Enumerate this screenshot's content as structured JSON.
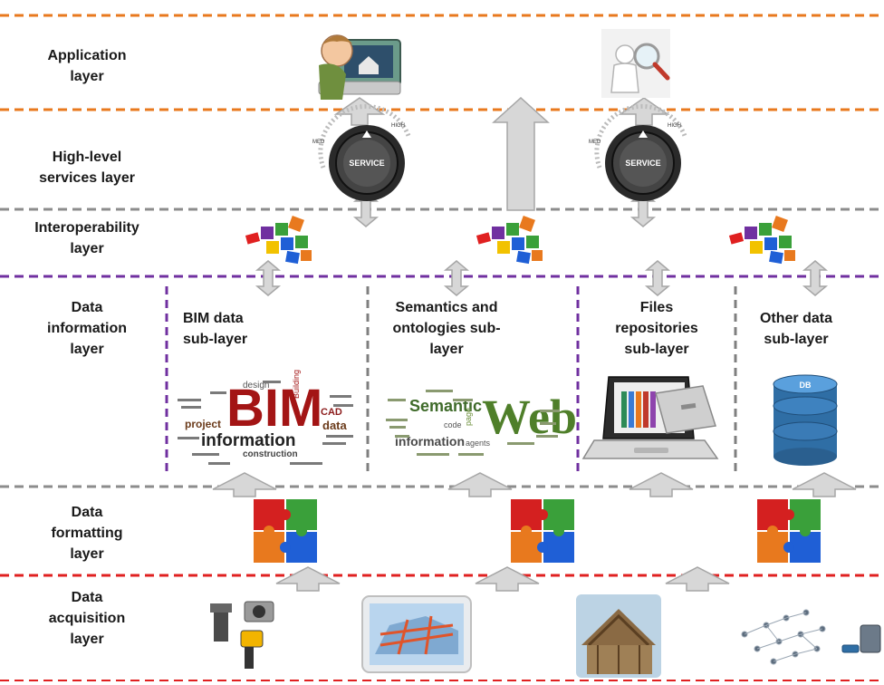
{
  "layers": {
    "application": [
      "Application",
      "layer"
    ],
    "high_level": [
      "High-level",
      "services layer"
    ],
    "interoperability": [
      "Interoperability",
      "layer"
    ],
    "data_information": [
      "Data",
      "information",
      "layer"
    ],
    "data_formatting": [
      "Data",
      "formatting",
      "layer"
    ],
    "data_acquisition": [
      "Data",
      "acquisition",
      "layer"
    ]
  },
  "sublayers": {
    "bim": [
      "BIM data",
      "sub-layer"
    ],
    "semantics": [
      "Semantics and",
      "ontologies sub-",
      "layer"
    ],
    "files": [
      "Files",
      "repositories",
      "sub-layer"
    ],
    "other": [
      "Other data",
      "sub-layer"
    ]
  },
  "knob": {
    "service": "SERVICE",
    "high": "HIGH",
    "med": "MED"
  },
  "cloud_bim": {
    "big": "BIM",
    "word1": "information",
    "word2": "project",
    "word3": "data",
    "word4": "construction",
    "word5": "design",
    "word6": "CAD",
    "word7": "Building"
  },
  "cloud_web": {
    "big": "Web",
    "word1": "Semantic",
    "word2": "information",
    "word3": "agents",
    "word4": "page",
    "word5": "code"
  },
  "db_label": "DB",
  "colors": {
    "orange": "#e8791e",
    "gray": "#8c8c8c",
    "purple": "#7030a0",
    "red": "#e02020",
    "arrow_fill": "#d7d7d7",
    "arrow_stroke": "#a6a6a6"
  }
}
